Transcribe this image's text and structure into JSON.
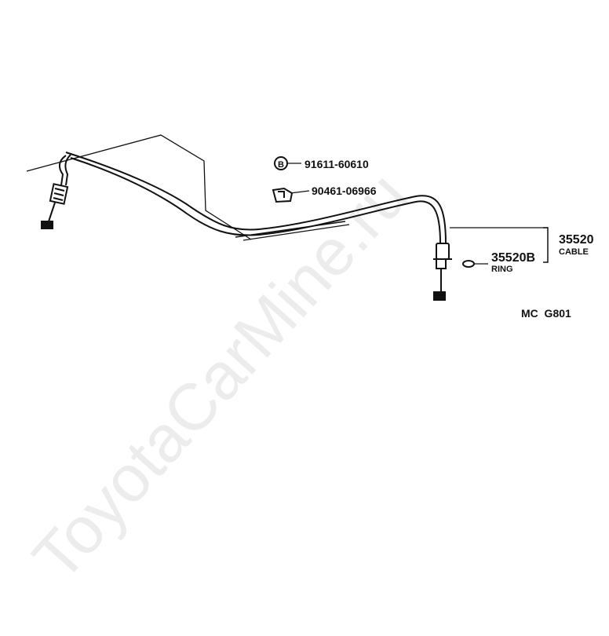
{
  "watermark": "ToyotaCarMine.ru",
  "parts": {
    "bolt_symbol": "B",
    "bolt_number": "91611-60610",
    "clip_number": "90461-06966",
    "cable_number": "35520",
    "cable_name": "CABLE",
    "ring_number": "35520B",
    "ring_name": "RING"
  },
  "figure_code": "MC  G801"
}
